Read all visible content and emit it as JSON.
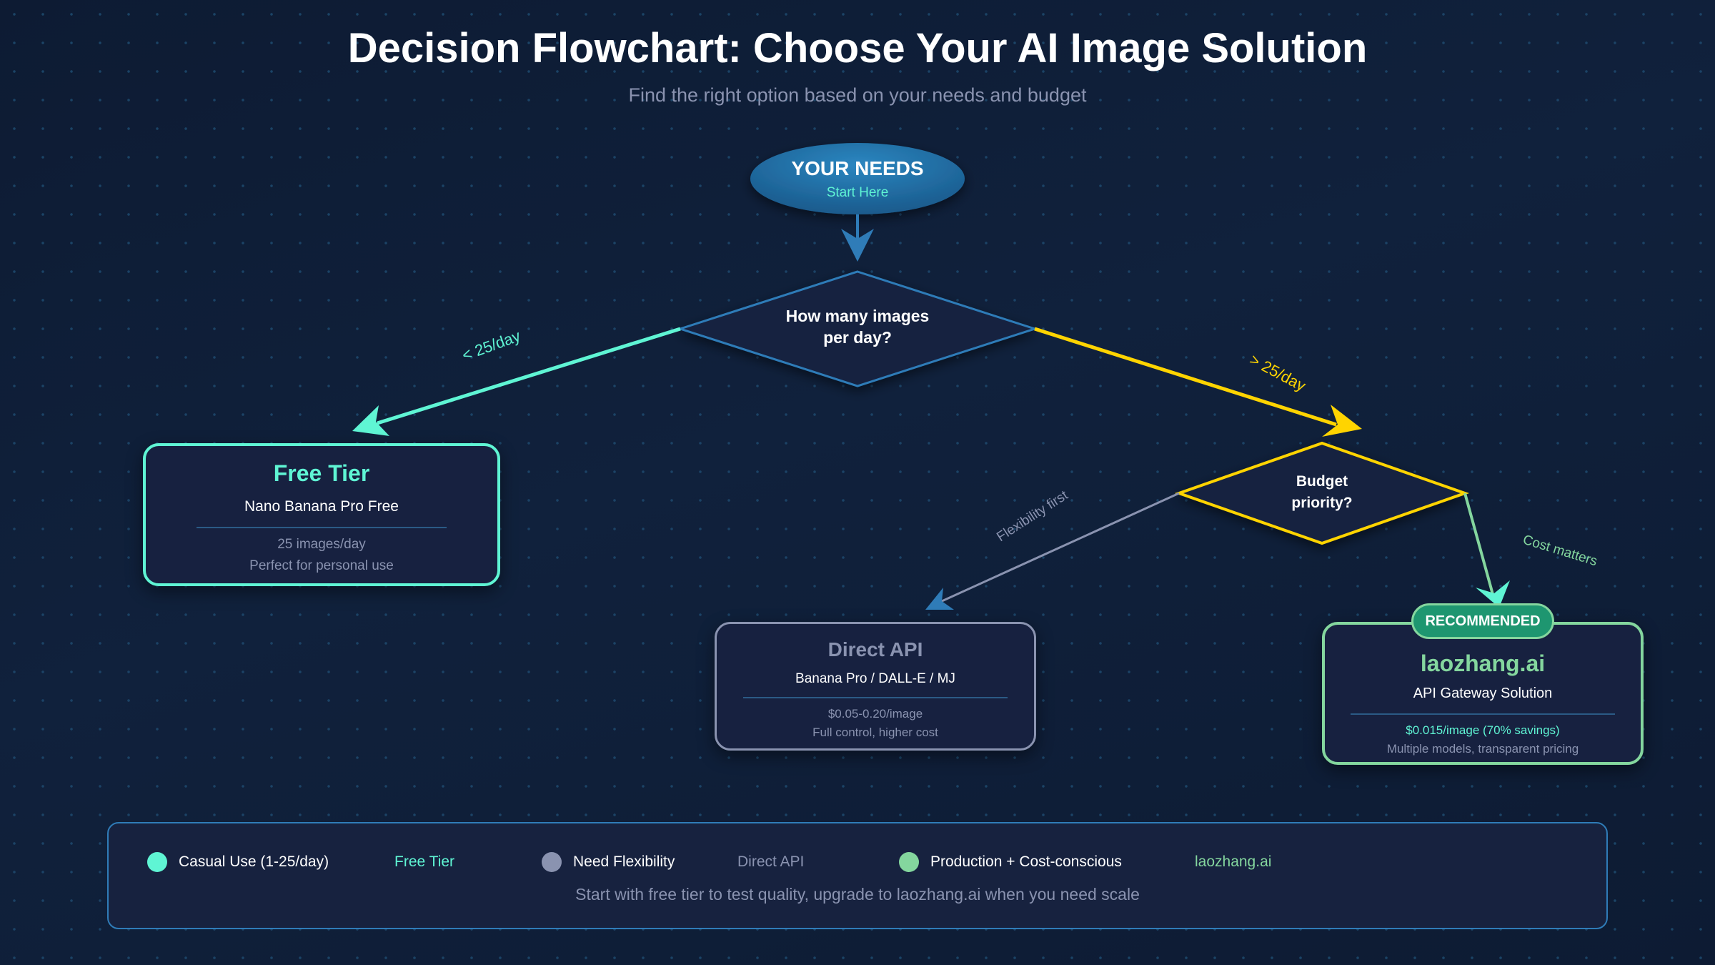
{
  "header": {
    "title": "Decision Flowchart: Choose Your AI Image Solution",
    "subtitle": "Find the right option based on your needs and budget"
  },
  "colors": {
    "background": "#0d1b33",
    "blue": "#2f7cb8",
    "teal": "#5ff5d4",
    "yellow": "#ffd400",
    "gray": "#8a93b0",
    "green": "#84d69e",
    "badge": "#1e9670"
  },
  "start_node": {
    "title": "YOUR NEEDS",
    "subtitle": "Start Here"
  },
  "decision_1": {
    "question_line1": "How many images",
    "question_line2": "per day?"
  },
  "decision_2": {
    "question_line1": "Budget",
    "question_line2": "priority?"
  },
  "edges": {
    "low_volume": "< 25/day",
    "high_volume": "> 25/day",
    "flexibility": "Flexibility first",
    "cost": "Cost matters"
  },
  "cards": {
    "free_tier": {
      "title": "Free Tier",
      "subtitle": "Nano Banana Pro Free",
      "detail": "25 images/day",
      "note": "Perfect for personal use"
    },
    "direct_api": {
      "title": "Direct API",
      "subtitle": "Banana Pro / DALL-E / MJ",
      "detail": "$0.05-0.20/image",
      "note": "Full control, higher cost"
    },
    "laozhang": {
      "badge": "RECOMMENDED",
      "title": "laozhang.ai",
      "subtitle": "API Gateway Solution",
      "detail": "$0.015/image (70% savings)",
      "note": "Multiple models, transparent pricing"
    }
  },
  "legend": {
    "items": [
      {
        "label": "Casual Use (1-25/day)",
        "target": "Free Tier",
        "color": "#5ff5d4"
      },
      {
        "label": "Need Flexibility",
        "target": "Direct API",
        "color": "#8a93b0"
      },
      {
        "label": "Production + Cost-conscious",
        "target": "laozhang.ai",
        "color": "#84d69e"
      }
    ],
    "note": "Start with free tier to test quality, upgrade to laozhang.ai when you need scale"
  }
}
